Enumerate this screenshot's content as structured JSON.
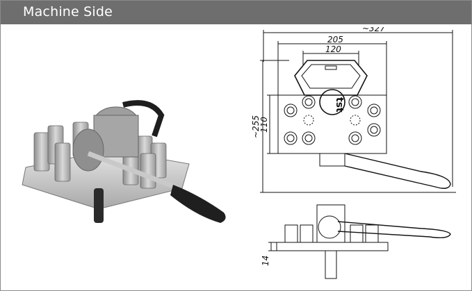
{
  "header": {
    "title": "Machine Side"
  },
  "drawing": {
    "dims": {
      "overall_width": "~327",
      "body_width": "205",
      "handle_width": "120",
      "overall_height": "~255",
      "body_height": "110",
      "plate_thickness": "14"
    },
    "brand_mark": "tst"
  },
  "colors": {
    "header_bg": "#6e6e6e",
    "line": "#111111",
    "frame": "#8a8a8a"
  }
}
